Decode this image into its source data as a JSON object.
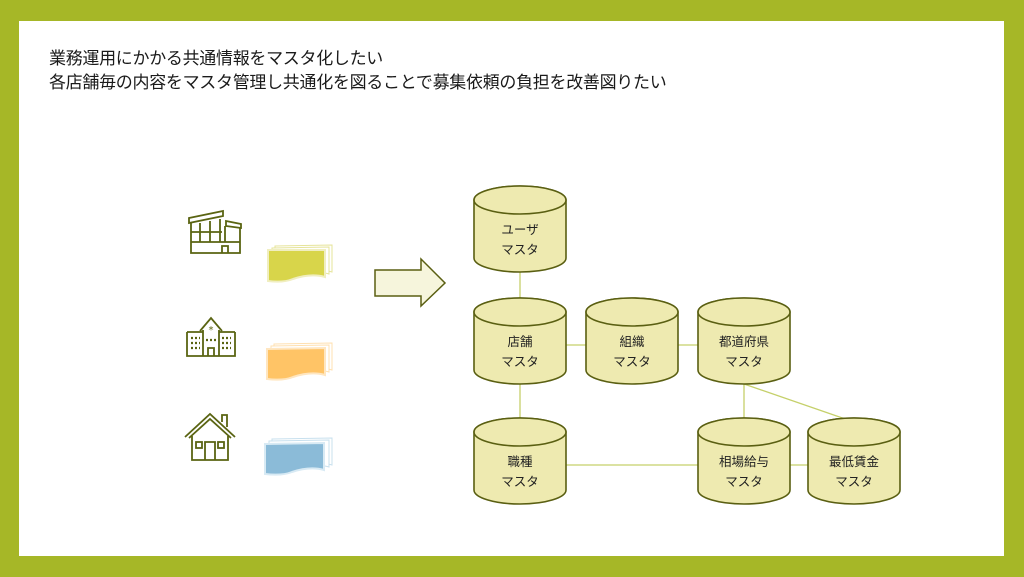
{
  "title": {
    "line1": "業務運用にかかる共通情報をマスタ化したい",
    "line2": "各店舗毎の内容をマスタ管理し共通化を図ることで募集依頼の負担を改善図りたい"
  },
  "colors": {
    "frame": "#a6b727",
    "db_fill": "#eeeab0",
    "db_stroke": "#5a5f12",
    "connector": "#c5d06a",
    "icon_stroke": "#5a6412",
    "arrow_fill": "#f6f5dc",
    "doc_yellow": "#d8d54a",
    "doc_orange": "#ffc466",
    "doc_blue": "#8bbbd8"
  },
  "sources": [
    {
      "icon": "factory-icon",
      "doc": "document-stack-yellow"
    },
    {
      "icon": "school-icon",
      "doc": "document-stack-orange"
    },
    {
      "icon": "house-icon",
      "doc": "document-stack-blue"
    }
  ],
  "arrow": {
    "icon": "right-arrow-icon"
  },
  "databases": [
    {
      "id": "user",
      "line1": "ユーザ",
      "line2": "マスタ"
    },
    {
      "id": "store",
      "line1": "店舗",
      "line2": "マスタ"
    },
    {
      "id": "org",
      "line1": "組織",
      "line2": "マスタ"
    },
    {
      "id": "prefecture",
      "line1": "都道府県",
      "line2": "マスタ"
    },
    {
      "id": "jobtype",
      "line1": "職種",
      "line2": "マスタ"
    },
    {
      "id": "marketwage",
      "line1": "相場給与",
      "line2": "マスタ"
    },
    {
      "id": "minwage",
      "line1": "最低賃金",
      "line2": "マスタ"
    }
  ],
  "connections": [
    [
      "user",
      "store"
    ],
    [
      "store",
      "org"
    ],
    [
      "org",
      "prefecture"
    ],
    [
      "store",
      "jobtype"
    ],
    [
      "jobtype",
      "marketwage"
    ],
    [
      "marketwage",
      "minwage"
    ],
    [
      "prefecture",
      "marketwage"
    ],
    [
      "prefecture",
      "minwage"
    ]
  ]
}
